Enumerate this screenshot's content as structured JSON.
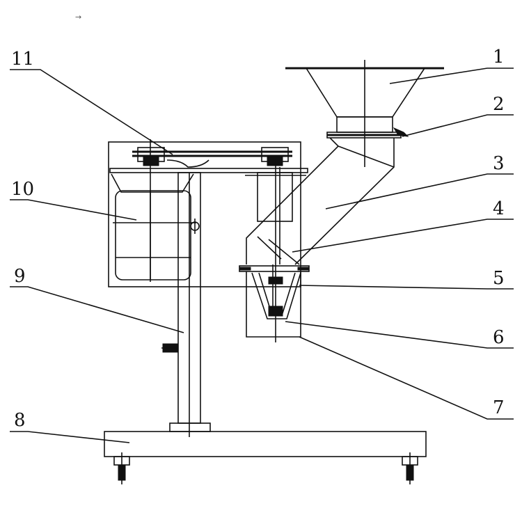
{
  "diagram": {
    "corner_mark": "→",
    "labels": [
      {
        "id": "1",
        "text": "1"
      },
      {
        "id": "2",
        "text": "2"
      },
      {
        "id": "3",
        "text": "3"
      },
      {
        "id": "4",
        "text": "4"
      },
      {
        "id": "5",
        "text": "5"
      },
      {
        "id": "6",
        "text": "6"
      },
      {
        "id": "7",
        "text": "7"
      },
      {
        "id": "8",
        "text": "8"
      },
      {
        "id": "9",
        "text": "9"
      },
      {
        "id": "10",
        "text": "10"
      },
      {
        "id": "11",
        "text": "11"
      }
    ]
  }
}
